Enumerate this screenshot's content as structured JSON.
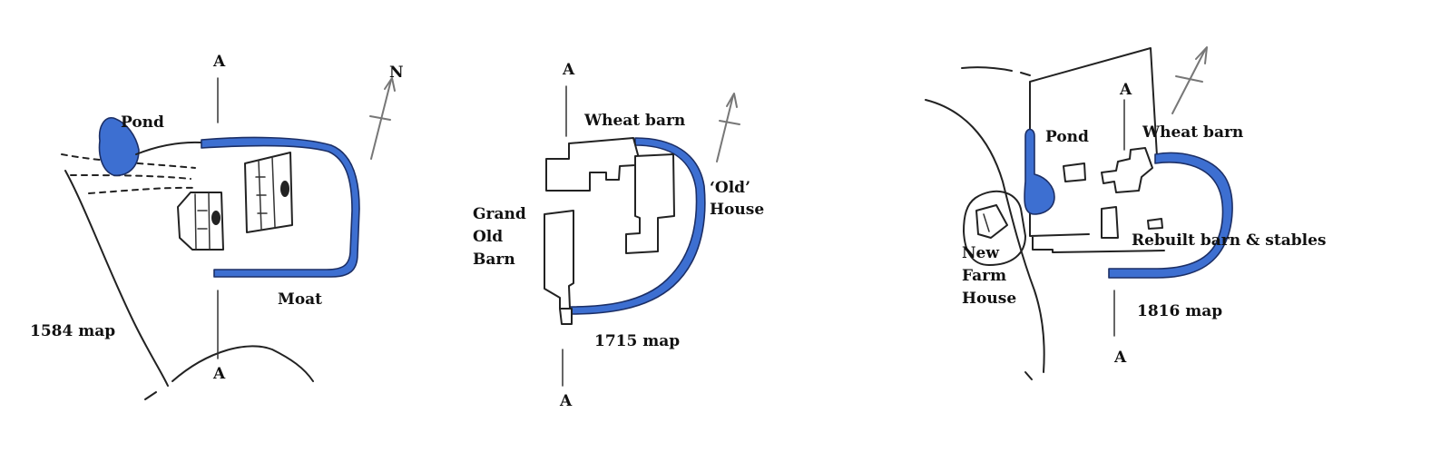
{
  "maps": [
    {
      "caption": "1584 map",
      "section_top": "A",
      "section_bottom": "A",
      "north": "N",
      "pond": "Pond",
      "moat": "Moat"
    },
    {
      "caption": "1715 map",
      "section_top": "A",
      "section_bottom": "A",
      "wheat_barn": "Wheat barn",
      "old_house_1": "‘Old’",
      "old_house_2": "House",
      "grand_1": "Grand",
      "grand_2": "Old",
      "grand_3": "Barn"
    },
    {
      "caption": "1816 map",
      "section_top": "A",
      "section_bottom": "A",
      "pond": "Pond",
      "wheat_barn": "Wheat barn",
      "rebuilt": "Rebuilt barn & stables",
      "farm_1": "New",
      "farm_2": "Farm",
      "farm_3": "House"
    }
  ],
  "colors": {
    "water": "#3d6fd1",
    "ink": "#222222",
    "north_arrow": "#777777"
  }
}
